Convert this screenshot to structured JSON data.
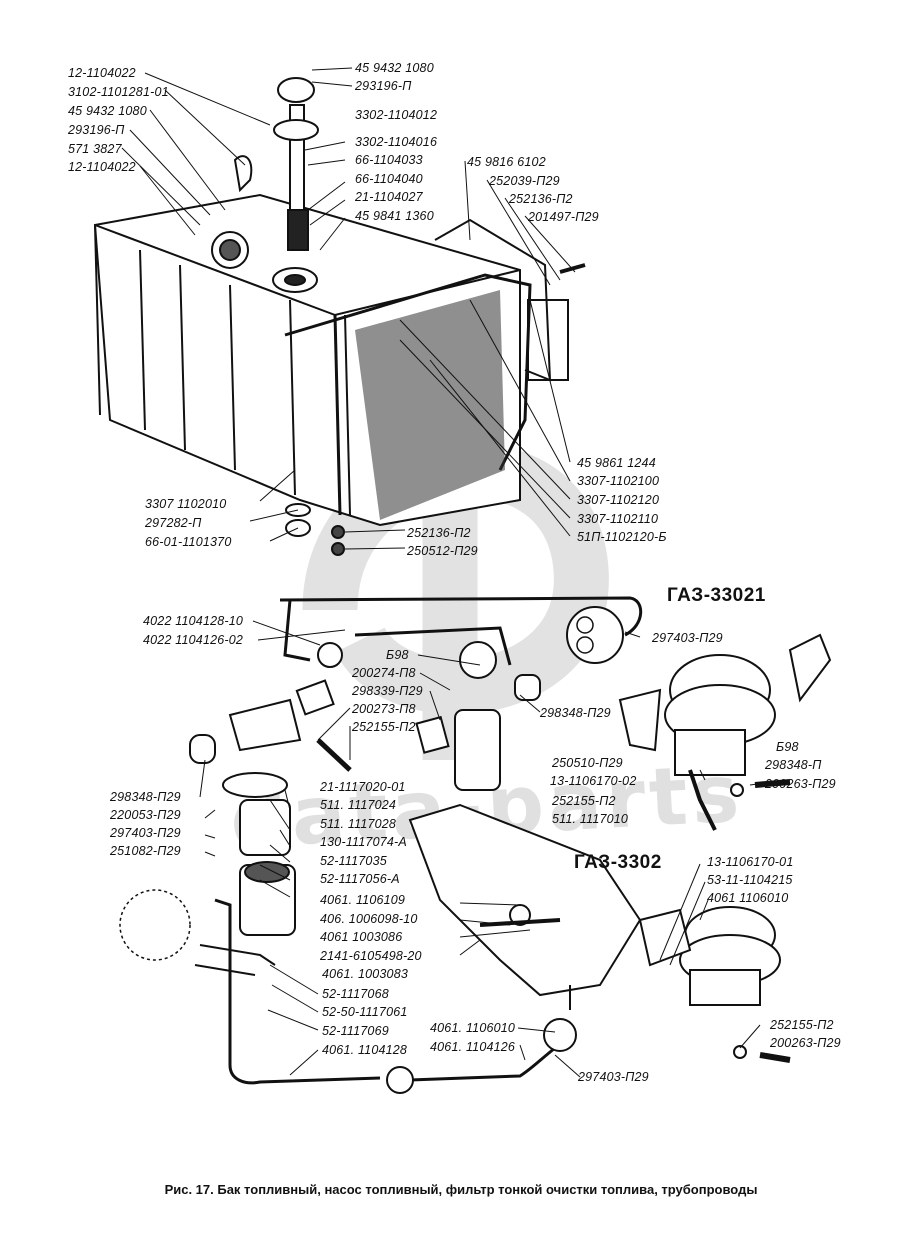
{
  "figure": {
    "caption": "Рис. 17. Бак топливный, насос топливный, фильтр тонкой очистки топлива, трубопроводы",
    "watermark_text": "data-parts",
    "models": [
      "ГАЗ-33021",
      "ГАЗ-3302"
    ]
  },
  "colors": {
    "ink": "#111111",
    "watermark": "#d9d9d9",
    "background": "#ffffff"
  },
  "labels": {
    "tank_left": [
      "12-1104022",
      "3102-1101281-01",
      "45 9432 1080",
      "293196-П",
      "571 3827",
      "12-1104022"
    ],
    "tank_top": [
      "45 9432 1080",
      "293196-П"
    ],
    "tank_sender": [
      "3302-1104012",
      "3302-1104016",
      "66-1104033",
      "66-1104040",
      "21-1104027",
      "45 9841 1360"
    ],
    "tank_bracket": [
      "45 9816 6102",
      "252039-П29",
      "252136-П2",
      "201497-П29"
    ],
    "tank_right": [
      "45 9861 1244",
      "3307-1102100",
      "3307-1102120",
      "3307-1102110",
      "51П-1102120-Б"
    ],
    "tank_bottom_left": [
      "3307 1102010",
      "297282-П",
      "66-01-1101370"
    ],
    "tank_bottom_right": [
      "252136-П2",
      "250512-П29"
    ],
    "lines_33021": [
      "4022 1104128-10",
      "4022 1104126-02"
    ],
    "filter_mid": [
      "Б98",
      "200274-П8",
      "298339-П29",
      "200273-П8",
      "252155-П2"
    ],
    "pump_33021": [
      "297403-П29",
      "298348-П29",
      "250510-П29",
      "13-1106170-02",
      "252155-П2",
      "511. 1117010",
      "Б98",
      "298348-П",
      "200263-П29"
    ],
    "filter_left": [
      "298348-П29",
      "220053-П29",
      "297403-П29",
      "251082-П29"
    ],
    "filter_parts": [
      "21-1117020-01",
      "511. 1117024",
      "511. 1117028",
      "130-1117074-А",
      "52-1117035",
      "52-1117056-А"
    ],
    "drive": [
      "4061. 1106109",
      "406. 1006098-10",
      "4061 1003086",
      "2141-6105498-20",
      "4061. 1003083"
    ],
    "clamp": [
      "52-1117068",
      "52-50-1117061",
      "52-1117069",
      "4061. 1104128"
    ],
    "lines_3302": [
      "4061. 1106010",
      "4061. 1104126",
      "297403-П29"
    ],
    "pump_3302": [
      "13-1106170-01",
      "53-11-1104215",
      "4061 1106010",
      "252155-П2",
      "200263-П29"
    ]
  }
}
